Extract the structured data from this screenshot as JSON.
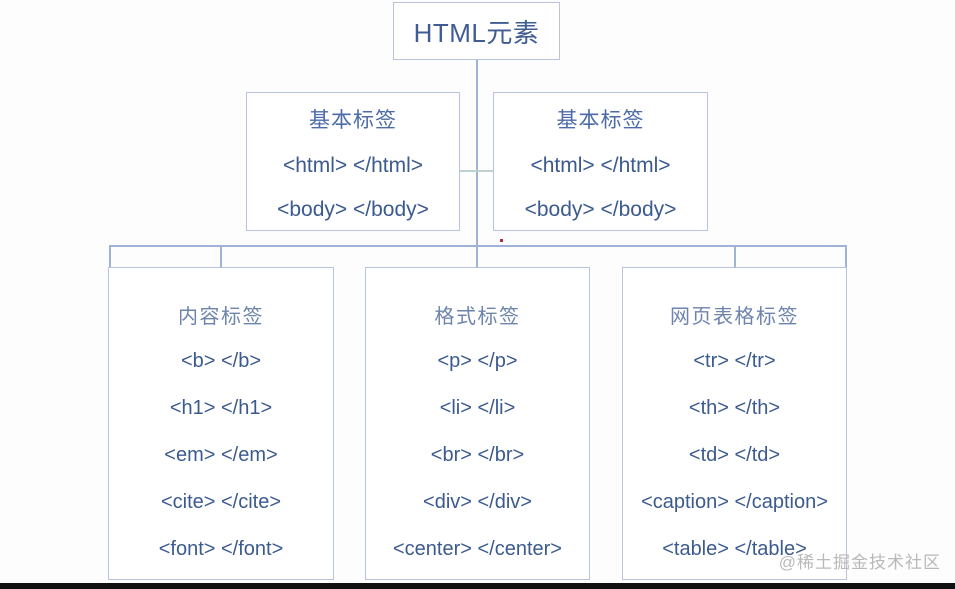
{
  "diagram": {
    "root": {
      "title": "HTML元素"
    },
    "middle": [
      {
        "title": "基本标签",
        "tags": [
          "<html> </html>",
          "<body> </body>"
        ]
      },
      {
        "title": "基本标签",
        "tags": [
          "<html> </html>",
          "<body> </body>"
        ]
      }
    ],
    "leaves": [
      {
        "title": "内容标签",
        "tags": [
          "<b> </b>",
          "<h1> </h1>",
          "<em> </em>",
          "<cite> </cite>",
          "<font> </font>"
        ]
      },
      {
        "title": "格式标签",
        "tags": [
          "<p> </p>",
          "<li> </li>",
          "<br> </br>",
          "<div> </div>",
          "<center> </center>"
        ]
      },
      {
        "title": "网页表格标签",
        "tags": [
          "<tr> </tr>",
          "<th> </th>",
          "<td> </td>",
          "<caption> </caption>",
          "<table> </table>"
        ]
      }
    ]
  },
  "watermark": {
    "text": "@稀土掘金技术社区"
  },
  "colors": {
    "title_root": "#3f5c93",
    "title_mid": "#4c6ca8",
    "title_leaf": "#6d84ad",
    "tag_text": "#3b5a8f",
    "box_border": "#b9c3e0",
    "connector": "#9fb3d9",
    "connector_accent": "#bcd2cf",
    "artifact_dot": "#b0303a",
    "background": "#fdfdfd"
  }
}
